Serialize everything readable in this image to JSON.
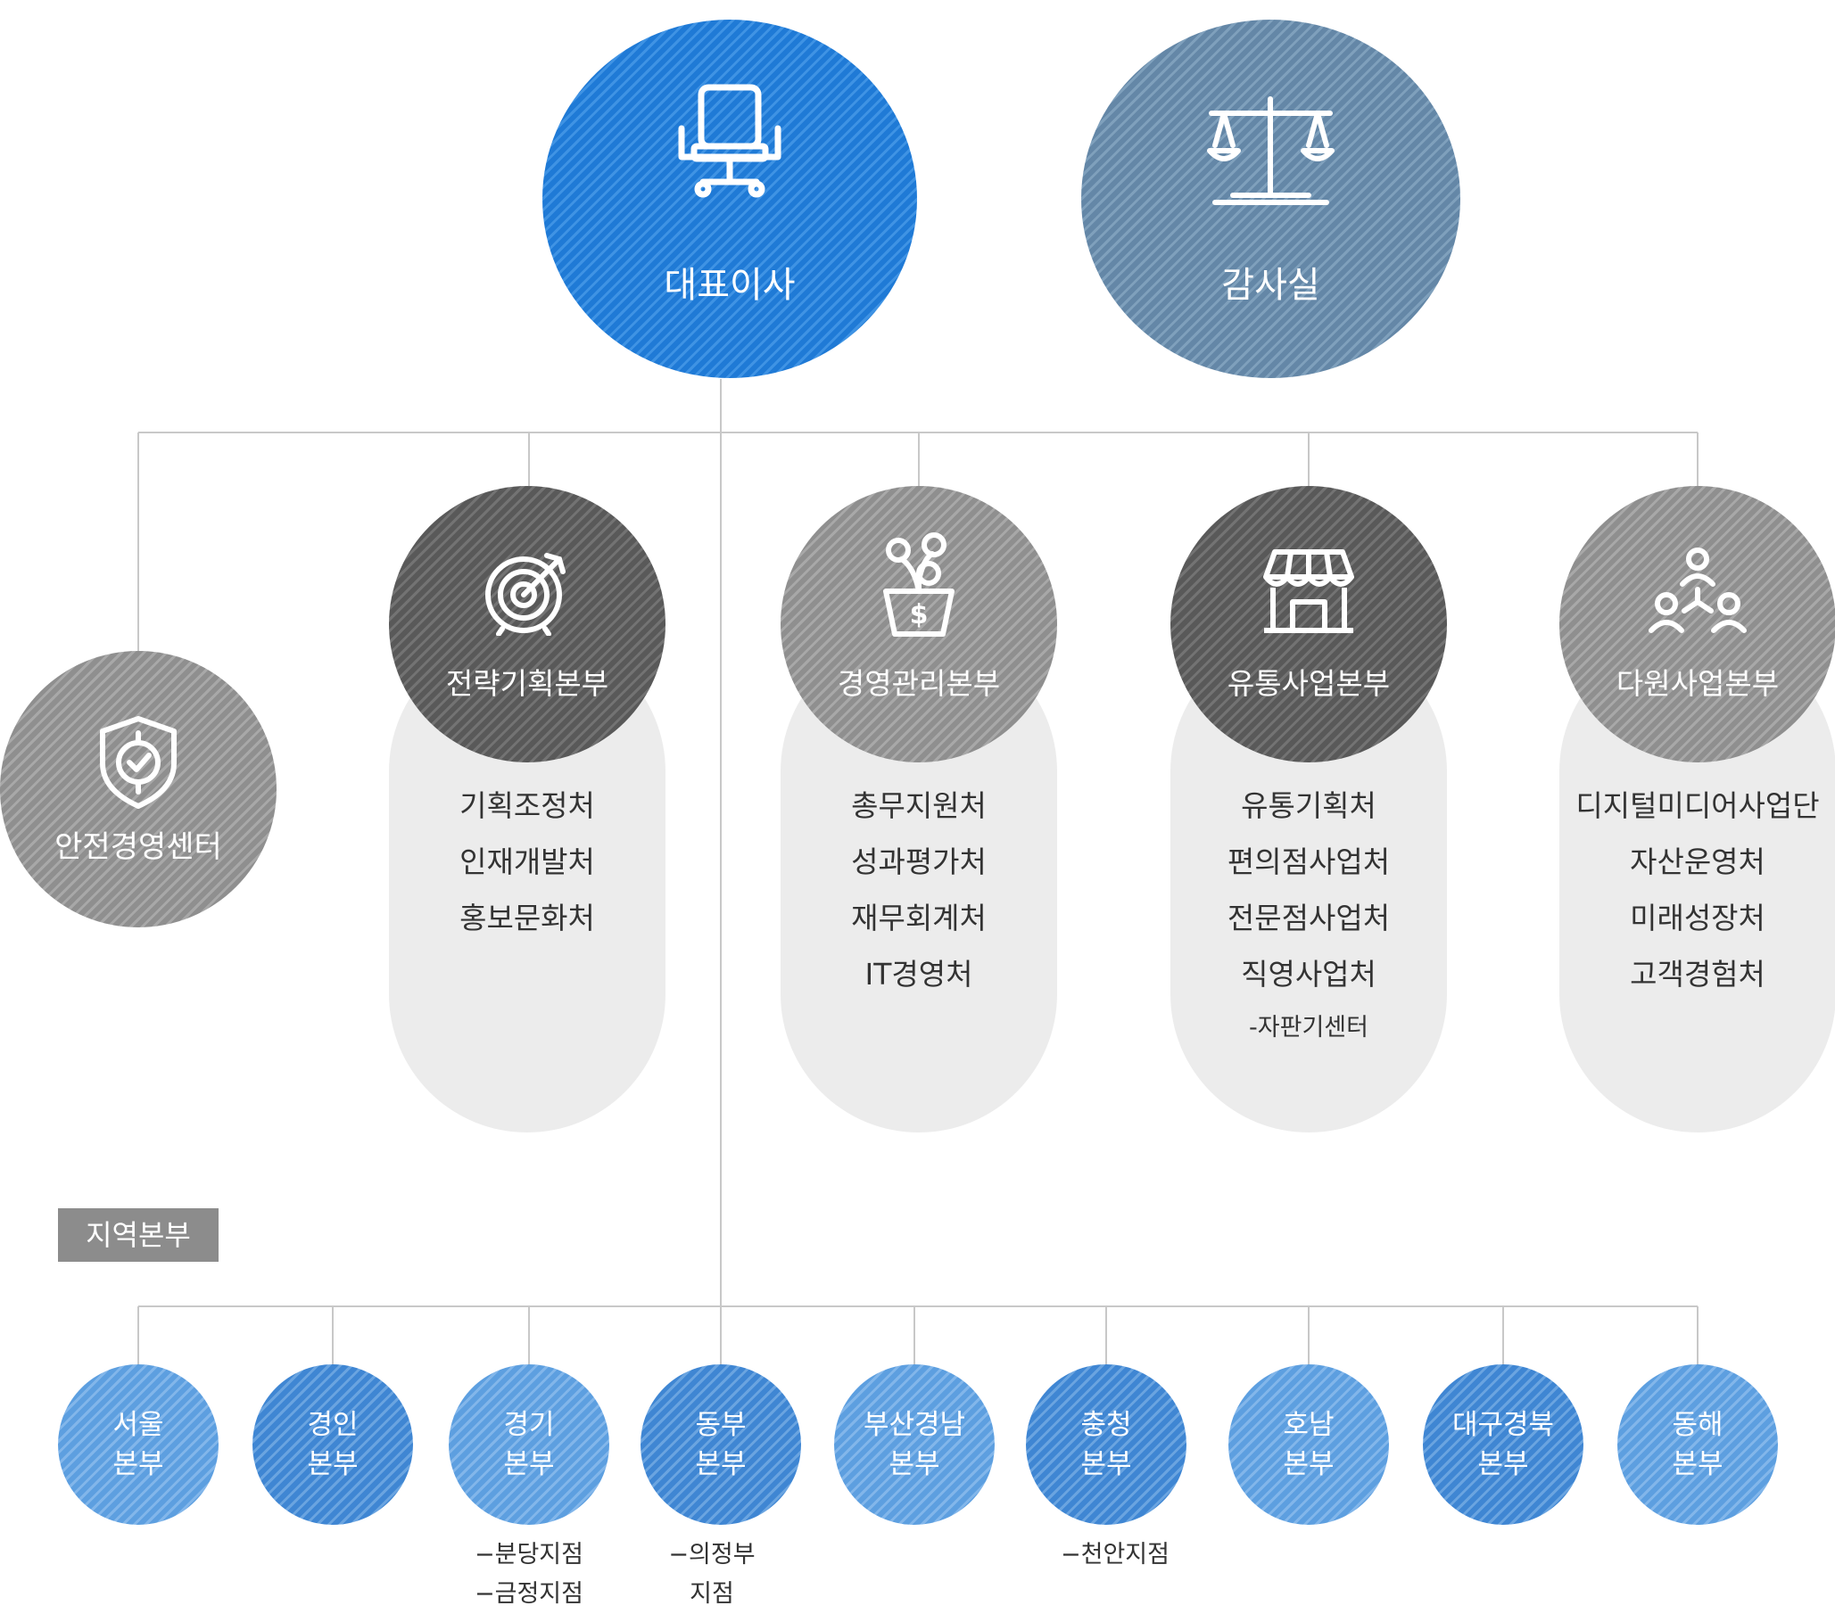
{
  "top": {
    "ceo": {
      "label": "대표이사",
      "icon": "office-chair-icon",
      "color": "#1f7ad6"
    },
    "audit": {
      "label": "감사실",
      "icon": "scales-icon",
      "color": "#6487a7"
    }
  },
  "safety_center": {
    "label": "안전경영센터",
    "icon": "shield-check-icon"
  },
  "divisions": [
    {
      "label": "전략기획본부",
      "icon": "target-icon",
      "items": [
        "기획조정처",
        "인재개발처",
        "홍보문화처"
      ],
      "note": ""
    },
    {
      "label": "경영관리본부",
      "icon": "money-plant-icon",
      "items": [
        "총무지원처",
        "성과평가처",
        "재무회계처",
        "IT경영처"
      ],
      "note": ""
    },
    {
      "label": "유통사업본부",
      "icon": "storefront-icon",
      "items": [
        "유통기획처",
        "편의점사업처",
        "전문점사업처",
        "직영사업처"
      ],
      "note": "-자판기센터"
    },
    {
      "label": "다원사업본부",
      "icon": "people-network-icon",
      "items": [
        "디지털미디어사업단",
        "자산운영처",
        "미래성장처",
        "고객경험처"
      ],
      "note": ""
    }
  ],
  "regional": {
    "tag": "지역본부",
    "units": [
      {
        "line1": "서울",
        "line2": "본부",
        "notes": []
      },
      {
        "line1": "경인",
        "line2": "본부",
        "notes": []
      },
      {
        "line1": "경기",
        "line2": "본부",
        "notes": [
          "−분당지점",
          "−금정지점"
        ]
      },
      {
        "line1": "동부",
        "line2": "본부",
        "notes": [
          "−의정부",
          "지점"
        ]
      },
      {
        "line1": "부산경남",
        "line2": "본부",
        "notes": []
      },
      {
        "line1": "충청",
        "line2": "본부",
        "notes": [
          "−천안지점"
        ]
      },
      {
        "line1": "호남",
        "line2": "본부",
        "notes": []
      },
      {
        "line1": "대구경북",
        "line2": "본부",
        "notes": []
      },
      {
        "line1": "동해",
        "line2": "본부",
        "notes": []
      }
    ]
  }
}
